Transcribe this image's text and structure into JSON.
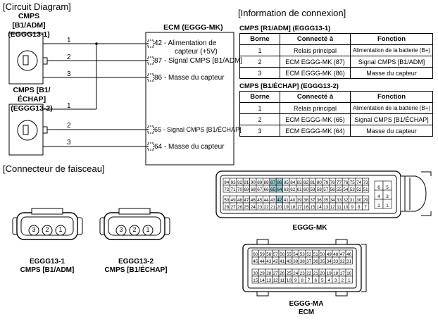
{
  "circuit": {
    "heading": "[Circuit Diagram]",
    "sensor1": {
      "name": "CMPS [B1/ADM]",
      "code": "(EGGG13-1)"
    },
    "sensor2": {
      "name": "CMPS [B1/ÉCHAP]",
      "code": "(EGGG13-2)"
    },
    "ecm_title": "ECM (EGGG-MK)",
    "wires1": [
      "1",
      "2",
      "3"
    ],
    "wires2": [
      "1",
      "2",
      "3"
    ],
    "ecm_pins": [
      {
        "pin": "42",
        "text1": "- Alimentation de",
        "text2": "capteur (+5V)"
      },
      {
        "pin": "87",
        "text1": "- Signal CMPS [B1/ADM]"
      },
      {
        "pin": "86",
        "text1": "- Masse du capteur"
      },
      {
        "pin": "65",
        "text1": "- Signal CMPS [B1/ÉCHAP]"
      },
      {
        "pin": "64",
        "text1": "- Masse du capteur"
      }
    ]
  },
  "info": {
    "heading": "[Information de connexion]",
    "headers": [
      "Borne",
      "Connecté à",
      "Fonction"
    ],
    "table1": {
      "title": "CMPS [R1/ADM] (EGGG13-1)",
      "rows": [
        [
          "1",
          "Relais principal",
          "Alimentation de la batterie (B+)"
        ],
        [
          "2",
          "ECM EGGG-MK (87)",
          "Signal CMPS [B1/ADM]"
        ],
        [
          "3",
          "ECM EGGG-MK (86)",
          "Masse du capteur"
        ]
      ]
    },
    "table2": {
      "title": "CMPS [B1/ÉCHAP] (EGGG13-2)",
      "rows": [
        [
          "1",
          "Relais principal",
          "Alimentation de la batterie (B+)"
        ],
        [
          "2",
          "ECM EGGG-MK (65)",
          "Signal CMPS [B1/ÉCHAP]"
        ],
        [
          "3",
          "ECM EGGG-MK (64)",
          "Masse du capteur"
        ]
      ]
    }
  },
  "harness": {
    "heading": "[Connecteur de faisceau]",
    "conn1": {
      "pins": [
        "3",
        "2",
        "1"
      ],
      "caption1": "EGGG13-1",
      "caption2": "CMPS [B1/ADM]"
    },
    "conn2": {
      "pins": [
        "3",
        "2",
        "1"
      ],
      "caption1": "EGGG13-2",
      "caption2": "CMPS [B1/ÉCHAP]"
    },
    "mk_label": "EGGG-MK",
    "ma_label1": "EGGG-MA",
    "ma_label2": "ECM",
    "mk_rows": [
      [
        "94",
        "93",
        "92",
        "91",
        "90",
        "89",
        "88",
        "87",
        "86",
        "85",
        "84",
        "83",
        "82",
        "81",
        "80",
        "79",
        "78",
        "77",
        "76",
        "75",
        "74",
        "73"
      ],
      [
        "72",
        "71",
        "70",
        "69",
        "68",
        "67",
        "66",
        "65",
        "64",
        "63",
        "62",
        "61",
        "60",
        "59",
        "58",
        "57",
        "56",
        "55",
        "54",
        "53",
        "52",
        "51"
      ],
      [
        "50",
        "49",
        "48",
        "47",
        "46",
        "45",
        "44",
        "43",
        "42",
        "41",
        "40",
        "39",
        "38",
        "37",
        "36",
        "35",
        "34",
        "33",
        "32",
        "31",
        "30",
        "29"
      ],
      [
        "28",
        "27",
        "26",
        "25",
        "24",
        "23",
        "22",
        "21",
        "20",
        "19",
        "18",
        "17",
        "16",
        "15",
        "14",
        "13",
        "12",
        "11",
        "10",
        "9",
        "8",
        "7"
      ]
    ],
    "mk_side": [
      [
        "6",
        "5"
      ],
      [
        "4",
        "3"
      ],
      [
        "2",
        "1"
      ]
    ],
    "mk_highlight": [
      "87",
      "86",
      "65",
      "64",
      "42"
    ],
    "ma_rows": [
      [
        "60",
        "59",
        "58",
        "57",
        "56",
        "55",
        "54",
        "53",
        "52",
        "51",
        "50",
        "49",
        "48",
        "47",
        "46"
      ],
      [
        "45",
        "44",
        "43",
        "42",
        "41",
        "40",
        "39",
        "38",
        "37",
        "36",
        "35",
        "34",
        "33",
        "32",
        "31"
      ],
      [
        "30",
        "29",
        "28",
        "27",
        "26",
        "25",
        "24",
        "23",
        "22",
        "21",
        "20",
        "19",
        "18",
        "17",
        "16"
      ],
      [
        "15",
        "14",
        "13",
        "12",
        "11",
        "10",
        "9",
        "8",
        "7",
        "6",
        "5",
        "4",
        "3",
        "2",
        "1"
      ]
    ]
  },
  "colors": {
    "highlight": "#9ecfd6",
    "line": "#000000"
  }
}
